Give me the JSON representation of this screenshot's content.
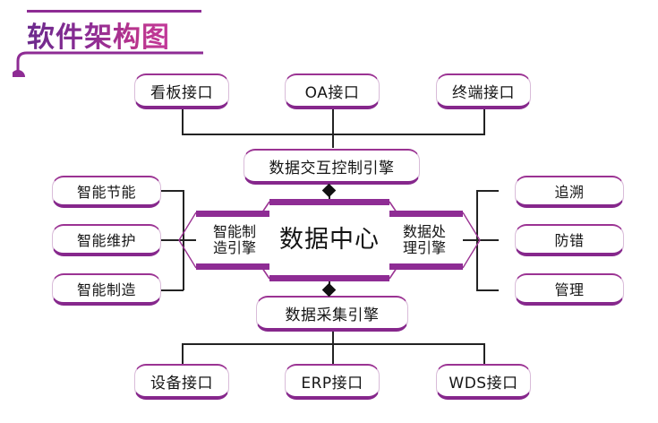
{
  "title": {
    "text": "软件架构图",
    "accent_color": "#8E2C94",
    "gradient_from": "#6B2A8C",
    "gradient_to": "#C2399A"
  },
  "diagram": {
    "type": "architecture-block-diagram",
    "line_color": "#232323",
    "box_border_color": "#8E2C94",
    "top_row": [
      {
        "id": "kanban",
        "label": "看板接口"
      },
      {
        "id": "oa",
        "label": "OA接口"
      },
      {
        "id": "terminal",
        "label": "终端接口"
      }
    ],
    "interaction_engine": {
      "id": "interaction",
      "label": "数据交互控制引擎"
    },
    "center": {
      "id": "data-center",
      "label": "数据中心"
    },
    "left_engine": {
      "id": "manufacturing-engine",
      "label": "智能制\n造引擎"
    },
    "right_engine": {
      "id": "processing-engine",
      "label": "数据处\n理引擎"
    },
    "left_column": [
      {
        "id": "energy-saving",
        "label": "智能节能"
      },
      {
        "id": "maintenance",
        "label": "智能维护"
      },
      {
        "id": "manufacturing",
        "label": "智能制造"
      }
    ],
    "right_column": [
      {
        "id": "traceability",
        "label": "追溯"
      },
      {
        "id": "error-proofing",
        "label": "防错"
      },
      {
        "id": "management",
        "label": "管理"
      }
    ],
    "collection_engine": {
      "id": "collection",
      "label": "数据采集引擎"
    },
    "bottom_row": [
      {
        "id": "device",
        "label": "设备接口"
      },
      {
        "id": "erp",
        "label": "ERP接口"
      },
      {
        "id": "wds",
        "label": "WDS接口"
      }
    ]
  }
}
